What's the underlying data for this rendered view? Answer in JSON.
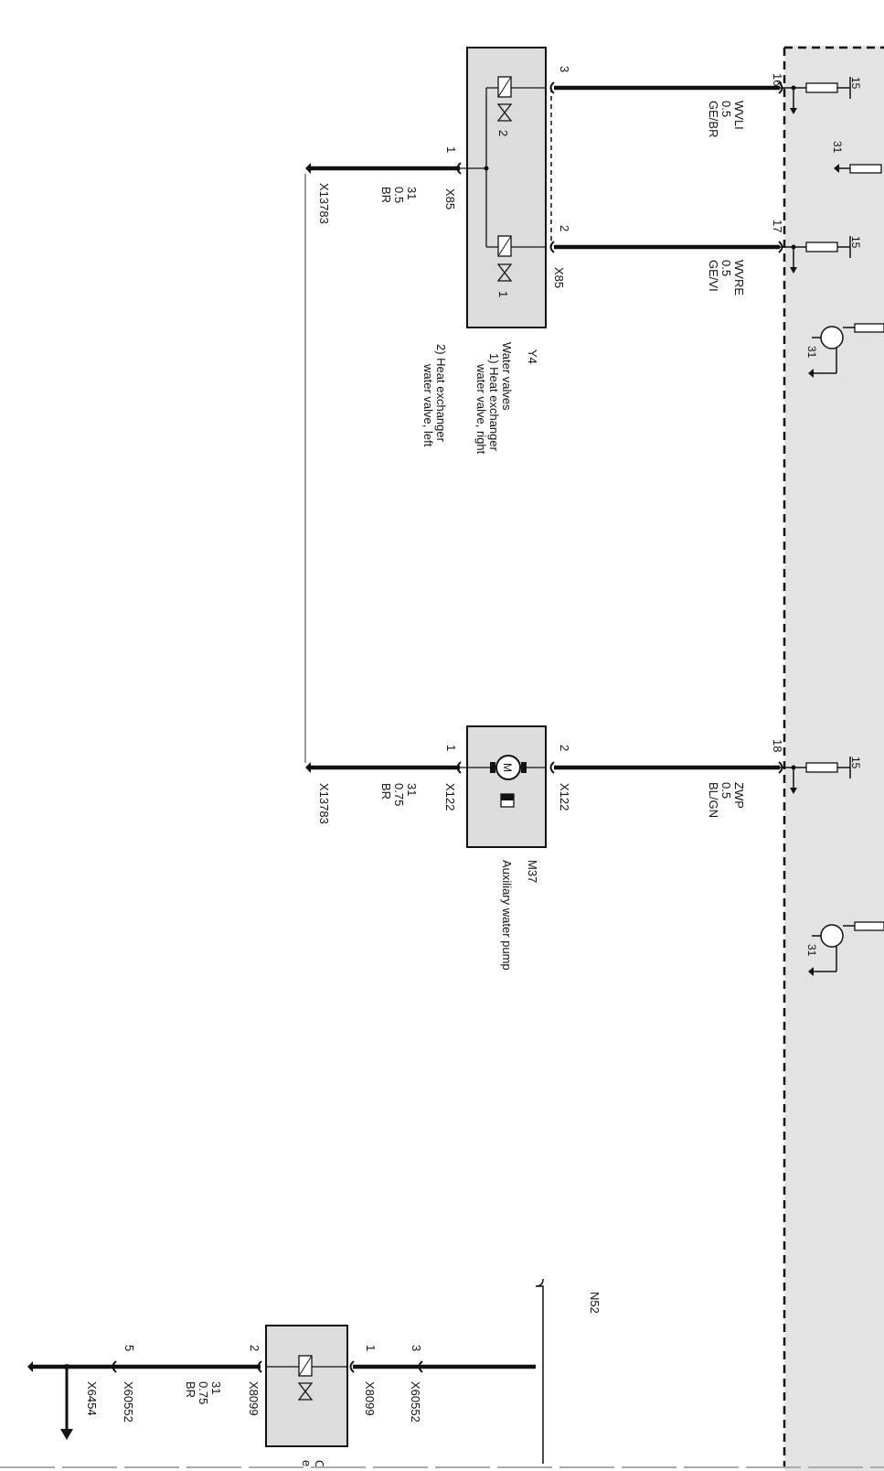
{
  "colors": {
    "module_fill": "#e3e3e3",
    "wire": "#111111",
    "component_fill": "#dcdcdc"
  },
  "control_unit": {
    "pins": [
      {
        "pin": "16",
        "terminal": "15"
      },
      {
        "pin": "17",
        "terminal": "15"
      },
      {
        "pin": "18",
        "terminal": "15"
      }
    ],
    "ground_labels": [
      "31",
      "31",
      "31"
    ]
  },
  "water_valves": {
    "id": "Y4",
    "title": "Water valves",
    "desc_lines": [
      "1) Heat exchanger",
      "water valve, right",
      "2) Heat exchanger",
      "water valve, left"
    ],
    "connector": "X85",
    "pin_top": "3",
    "pin_bottom": "2",
    "pin_ground": "1",
    "valve_no_1": "1",
    "valve_no_2": "2"
  },
  "aux_pump": {
    "id": "M37",
    "title": "Auxiliary water pump",
    "connector": "X122",
    "pin_top": "2",
    "pin_ground": "1",
    "motor_letter": "M"
  },
  "wires": {
    "w16": {
      "name": "WVLI",
      "size": "0.5",
      "color": "GE/BR"
    },
    "w17": {
      "name": "WVRE",
      "size": "0.5",
      "color": "GE/VI"
    },
    "w18": {
      "name": "ZWP",
      "size": "0.5",
      "color": "BL/GN"
    },
    "g1": {
      "name": "31",
      "size": "0.5",
      "color": "BR"
    },
    "g2": {
      "name": "31",
      "size": "0.75",
      "color": "BR"
    },
    "g3": {
      "name": "31",
      "size": "0.75",
      "color": "BR"
    }
  },
  "ground_point": "X13783",
  "engine": {
    "label": "N52",
    "connector_a": "X60552",
    "connector_b": "X8099",
    "connector_c": "X6454",
    "pin_a": "3",
    "pin_b1": "1",
    "pin_b2": "2",
    "pin_c": "5"
  },
  "cut_text": "C",
  "cut_text_2": "e"
}
